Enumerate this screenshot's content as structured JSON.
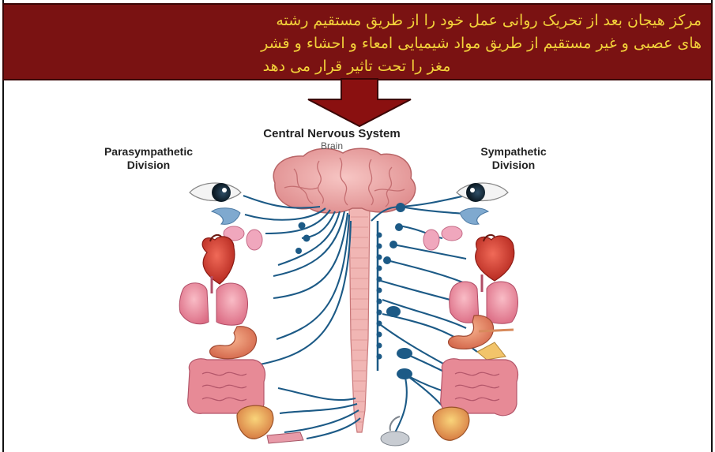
{
  "banner": {
    "line1": "مرکز هیجان بعد از تحریک روانی عمل خود را از طریق مستقیم رشته",
    "line2": "های عصبی و غیر مستقیم از طریق مواد شیمیایی امعاء و احشاء و قشر",
    "line3": "مغز را تحت تاثیر قرار می دهد",
    "bg_color": "#7a1212",
    "text_color": "#f3d23a"
  },
  "diagram": {
    "title": "Central Nervous System",
    "brain_label": "Brain",
    "left_label_line1": "Parasympathetic",
    "left_label_line2": "Division",
    "right_label_line1": "Sympathetic",
    "right_label_line2": "Division",
    "nerve_color": "#1c5a86",
    "organ_color": "#e0677a"
  }
}
